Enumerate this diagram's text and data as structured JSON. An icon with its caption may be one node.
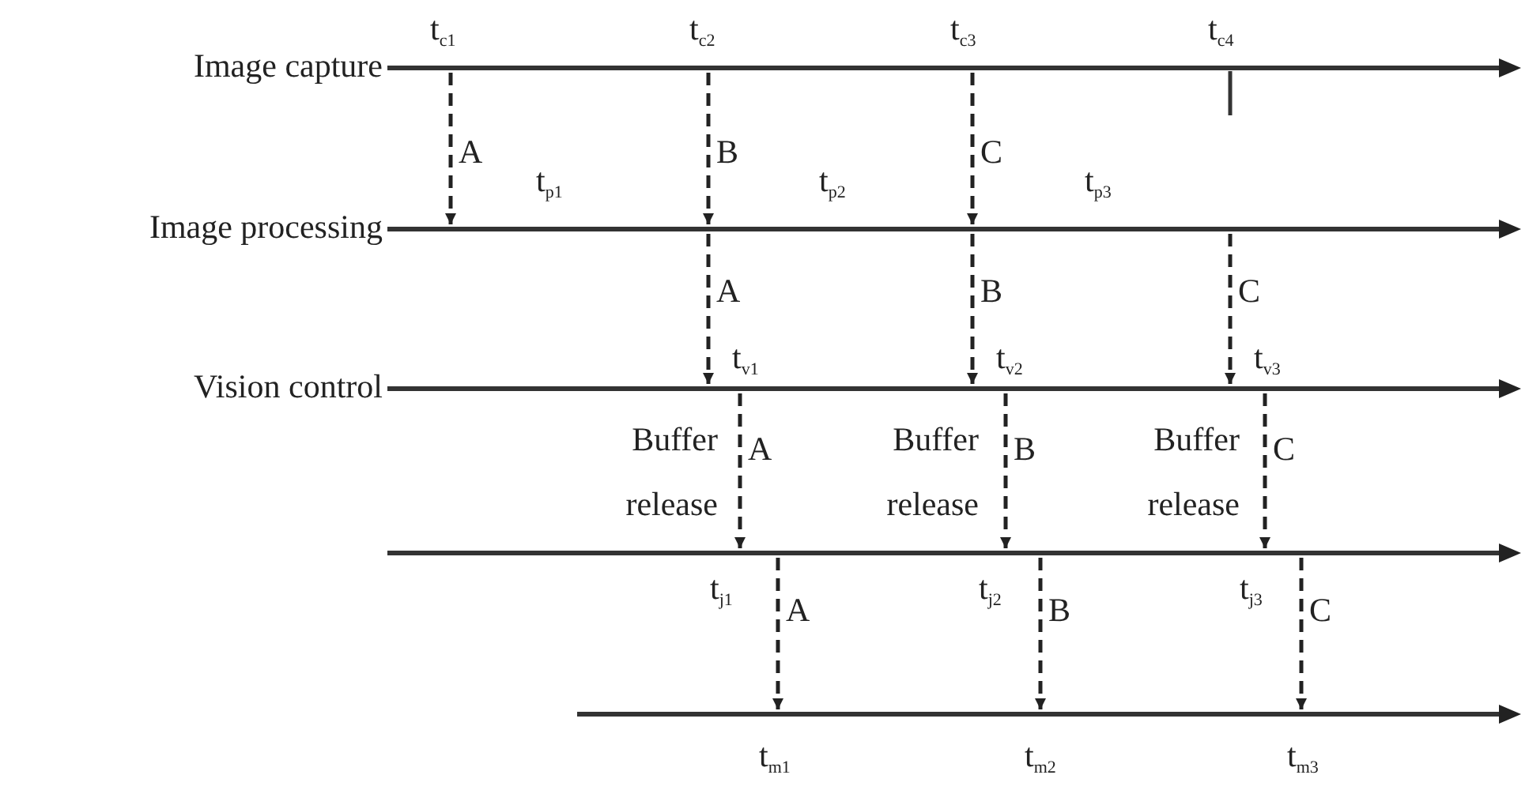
{
  "diagram": {
    "nodes": [
      {
        "text": [
          "Image capture"
        ]
      },
      {
        "text": [
          "Image processing"
        ]
      },
      {
        "text": [
          "Vision control"
        ]
      },
      {
        "text": [],
        "shape": "line"
      },
      {
        "text": [],
        "shape": "line"
      }
    ],
    "edges": [
      {
        "from": 0,
        "to": 1,
        "arrow": "to",
        "style": "dashed",
        "label": "A"
      },
      {
        "from": 0,
        "to": 1,
        "arrow": "to",
        "style": "dashed",
        "label": "B"
      },
      {
        "from": 0,
        "to": 1,
        "arrow": "to",
        "style": "dashed",
        "label": "C"
      },
      {
        "from": 1,
        "to": 2,
        "arrow": "to",
        "style": "dashed",
        "label": "A"
      },
      {
        "from": 1,
        "to": 2,
        "arrow": "to",
        "style": "dashed",
        "label": "B"
      },
      {
        "from": 1,
        "to": 2,
        "arrow": "to",
        "style": "dashed",
        "label": "C"
      },
      {
        "from": 2,
        "to": 3,
        "arrow": "to",
        "style": "dashed",
        "label": "A"
      },
      {
        "from": 2,
        "to": 3,
        "arrow": "to",
        "style": "dashed",
        "label": "B"
      },
      {
        "from": 2,
        "to": 3,
        "arrow": "to",
        "style": "dashed",
        "label": "C"
      },
      {
        "from": 3,
        "to": 4,
        "arrow": "to",
        "style": "dashed",
        "label": "A"
      },
      {
        "from": 3,
        "to": 4,
        "arrow": "to",
        "style": "dashed",
        "label": "B"
      },
      {
        "from": 3,
        "to": 4,
        "arrow": "to",
        "style": "dashed",
        "label": "C"
      }
    ],
    "labels": [
      "t$_{c1}$",
      "t$_{c2}$",
      "t$_{c3}$",
      "t$_{c4}$",
      "t$_{p1}$",
      "t$_{p2}$",
      "t$_{p3}$",
      "t$_{v1}$",
      "t$_{v2}$",
      "t$_{v3}$",
      "Buffer release",
      "Buffer release",
      "Buffer release",
      "t$_{j1}$",
      "t$_{j2}$",
      "t$_{j3}$",
      "t$_{m1}$",
      "t$_{m2}$",
      "t$_{m3}$"
    ]
  }
}
